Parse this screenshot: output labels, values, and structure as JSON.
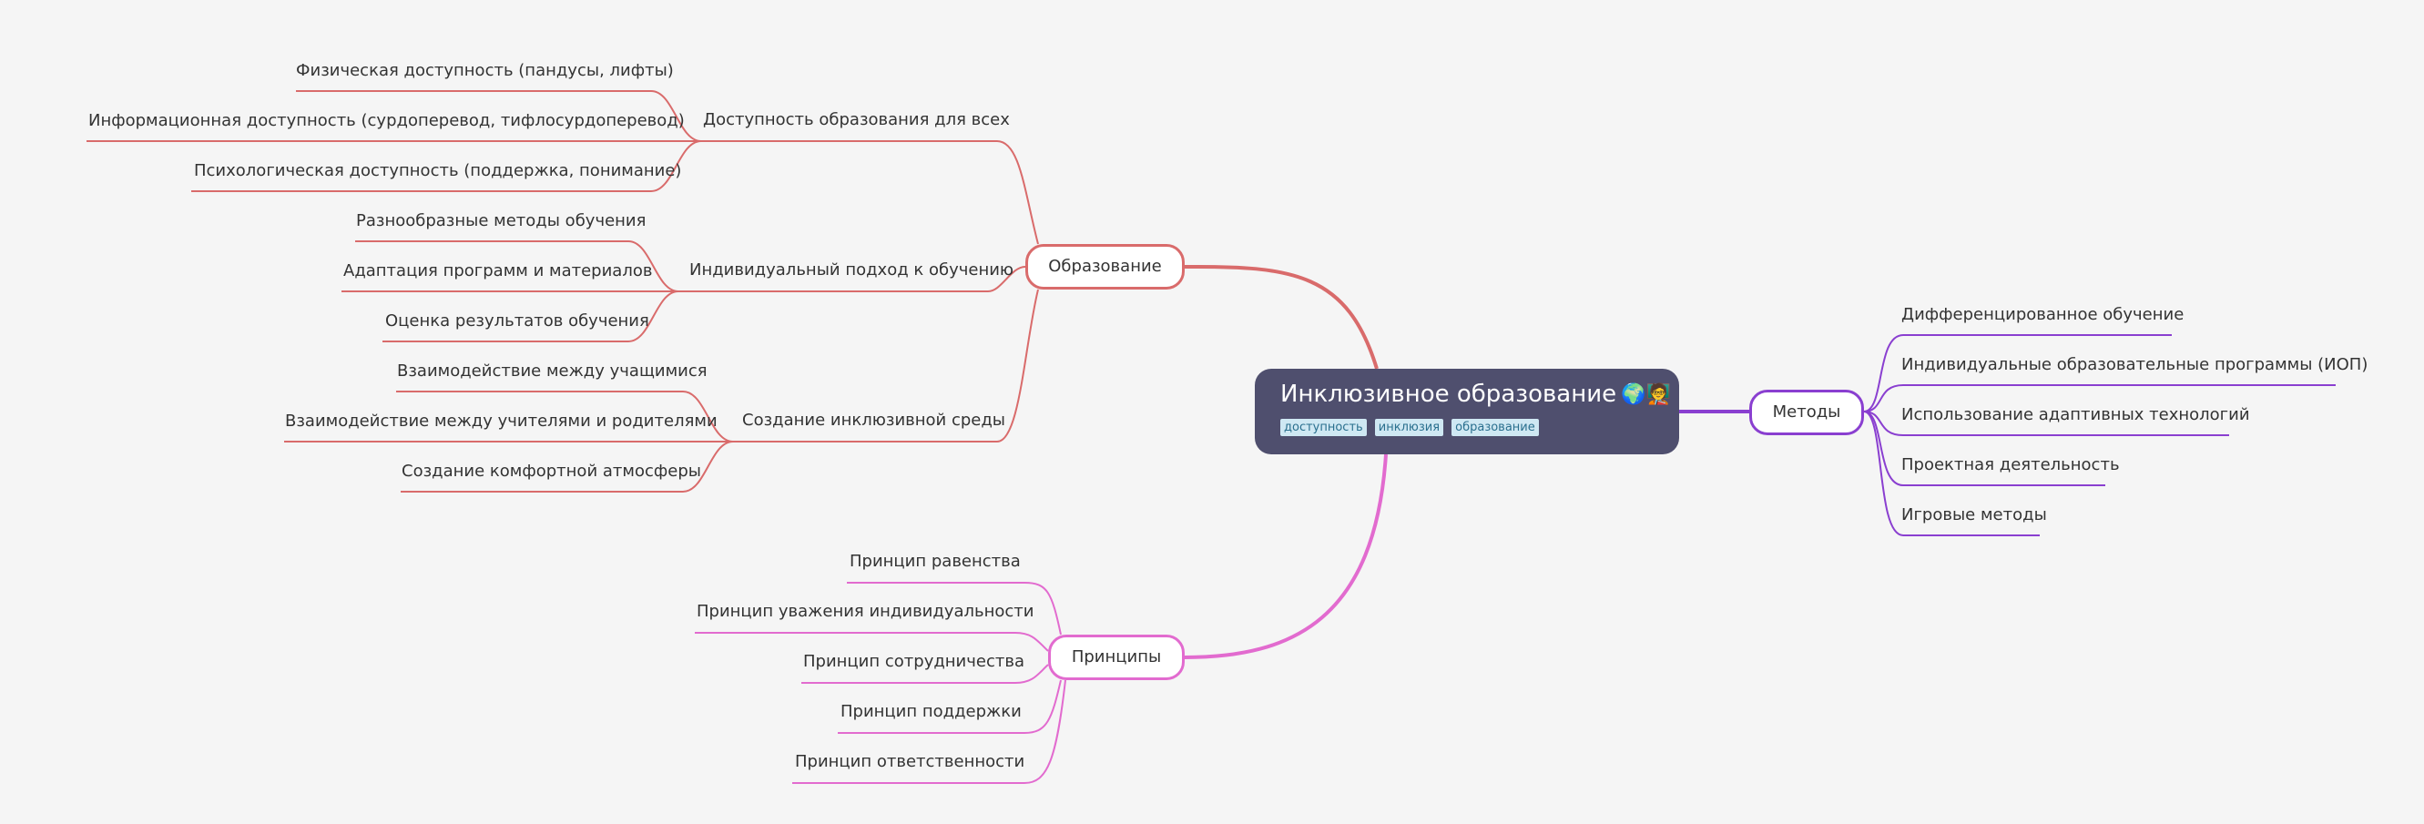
{
  "center": {
    "title": "Инклюзивное образование",
    "emoji": "🌍🧑‍🏫",
    "tags": [
      "доступность",
      "инклюзия",
      "образование"
    ]
  },
  "education": {
    "label": "Образование",
    "sub": [
      {
        "label": "Доступность образования для всех",
        "items": [
          "Физическая доступность (пандусы, лифты)",
          "Информационная доступность (сурдоперевод, тифлосурдоперевод)",
          "Психологическая доступность (поддержка, понимание)"
        ]
      },
      {
        "label": "Индивидуальный подход к обучению",
        "items": [
          "Разнообразные методы обучения",
          "Адаптация программ и материалов",
          "Оценка результатов обучения"
        ]
      },
      {
        "label": "Создание инклюзивной среды",
        "items": [
          "Взаимодействие между учащимися",
          "Взаимодействие между учителями и родителями",
          "Создание комфортной атмосферы"
        ]
      }
    ]
  },
  "methods": {
    "label": "Методы",
    "items": [
      "Дифференцированное обучение",
      "Индивидуальные образовательные программы (ИОП)",
      "Использование адаптивных технологий",
      "Проектная деятельность",
      "Игровые методы"
    ]
  },
  "principles": {
    "label": "Принципы",
    "items": [
      "Принцип равенства",
      "Принцип уважения индивидуальности",
      "Принцип сотрудничества",
      "Принцип поддержки",
      "Принцип ответственности"
    ]
  },
  "colors": {
    "background": "#f5f5f5",
    "center": "#4f4f6e",
    "education": "#d96b6b",
    "methods": "#8a3fd0",
    "principles": "#e26bcf",
    "tag_bg": "#cfe8f3"
  }
}
